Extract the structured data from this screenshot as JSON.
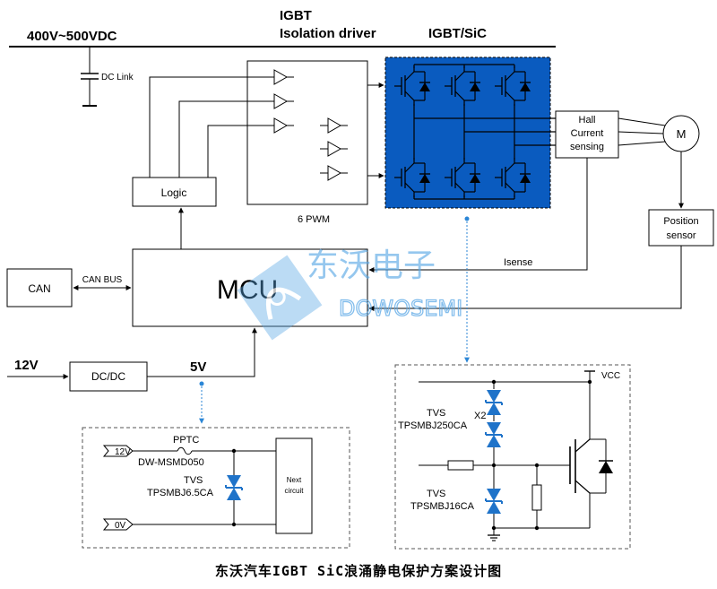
{
  "labels": {
    "supply_voltage": "400V~500VDC",
    "driver_title_line1": "IGBT",
    "driver_title_line2": "Isolation driver",
    "igbt_sic": "IGBT/SiC",
    "dc_link": "DC Link",
    "logic": "Logic",
    "pwm": "6 PWM",
    "hall_line1": "Hall",
    "hall_line2": "Current",
    "hall_line3": "sensing",
    "motor": "M",
    "position_line1": "Position",
    "position_line2": "sensor",
    "can": "CAN",
    "can_bus": "CAN BUS",
    "mcu": "MCU",
    "isense": "Isense",
    "v12_input": "12V",
    "dcdc": "DC/DC",
    "v5": "5V"
  },
  "left_detail": {
    "in_12v": "12V",
    "in_0v": "0V",
    "pptc_line1": "PPTC",
    "pptc_line2": "DW-MSMD050",
    "tvs_line1": "TVS",
    "tvs_line2": "TPSMBJ6.5CA",
    "next_line1": "Next",
    "next_line2": "circuit"
  },
  "right_detail": {
    "vcc": "VCC",
    "tvs1_line1": "TVS",
    "tvs1_line2": "TPSMBJ250CA",
    "x2": "X2",
    "tvs2_line1": "TVS",
    "tvs2_line2": "TPSMBJ16CA"
  },
  "watermark": {
    "cn": "东沃电子",
    "en": "DOWOSEMI"
  },
  "caption": "东沃汽车IGBT SiC浪涌静电保护方案设计图",
  "colors": {
    "module_fill": "#0a5bbf",
    "diode_blue": "#1f73c9",
    "dot_blue": "#2b86d6",
    "watermark": "#5aa8e6",
    "line": "#000000"
  }
}
